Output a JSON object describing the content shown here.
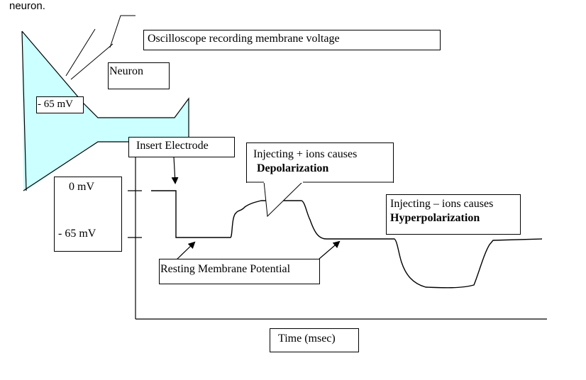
{
  "caption": "neuron.",
  "labels": {
    "oscilloscope": "Oscilloscope recording membrane voltage",
    "neuron": "Neuron",
    "membrane_voltage": "- 65 mV",
    "insert_electrode": "Insert Electrode",
    "depolarization_line1": "Injecting  + ions causes",
    "depolarization_line2": "Depolarization",
    "hyperpolarization_line1": "Injecting   – ions causes",
    "hyperpolarization_line2": "Hyperpolarization",
    "resting_potential": "Resting Membrane Potential",
    "time_axis": "Time (msec)",
    "y_tick_0": "0 mV",
    "y_tick_neg65": "- 65 mV"
  },
  "colors": {
    "neuron_fill": "#CCFFFF",
    "stroke": "#000000"
  },
  "trace": {
    "levels_mv": {
      "zero": 0,
      "resting": -65
    },
    "events": [
      "insert electrode",
      "resting",
      "depolarization",
      "resting",
      "hyperpolarization",
      "resting"
    ]
  }
}
